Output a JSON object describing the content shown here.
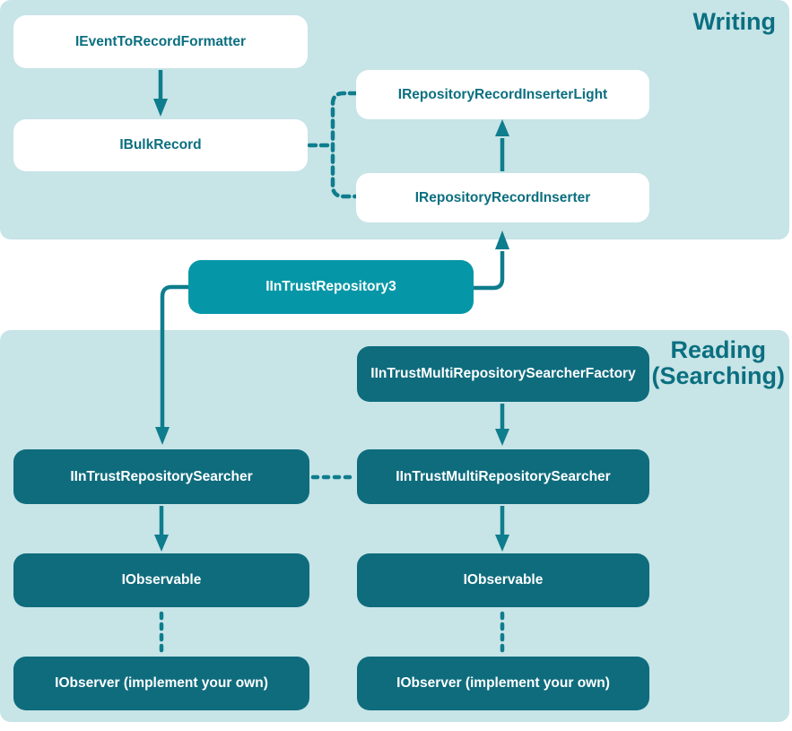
{
  "sections": {
    "writing": {
      "label": "Writing"
    },
    "reading": {
      "line1": "Reading",
      "line2": "(Searching)"
    }
  },
  "nodes": {
    "event_to_record_formatter": {
      "label": "IEventToRecordFormatter"
    },
    "bulk_record": {
      "label": "IBulkRecord"
    },
    "repository_record_inserter_light": {
      "label": "IRepositoryRecordInserterLight"
    },
    "repository_record_inserter": {
      "label": "IRepositoryRecordInserter"
    },
    "intrust_repository3": {
      "label": "IInTrustRepository3"
    },
    "intrust_multi_repository_searcher_factory": {
      "label": "IInTrustMultiRepositorySearcherFactory"
    },
    "intrust_repository_searcher": {
      "label": "IInTrustRepositorySearcher"
    },
    "intrust_multi_repository_searcher": {
      "label": "IInTrustMultiRepositorySearcher"
    },
    "observable_left": {
      "label": "IObservable"
    },
    "observable_right": {
      "label": "IObservable"
    },
    "observer_left": {
      "label": "IObserver (implement your own)"
    },
    "observer_right": {
      "label": "IObserver (implement your own)"
    }
  },
  "colors": {
    "panel_bg": "#C7E4E7",
    "node_dark_bg": "#0E6C7D",
    "node_accent_bg": "#0597A7",
    "node_white_bg": "#FFFFFF",
    "teal_text": "#0B6F80",
    "connector": "#0E7D8D"
  }
}
